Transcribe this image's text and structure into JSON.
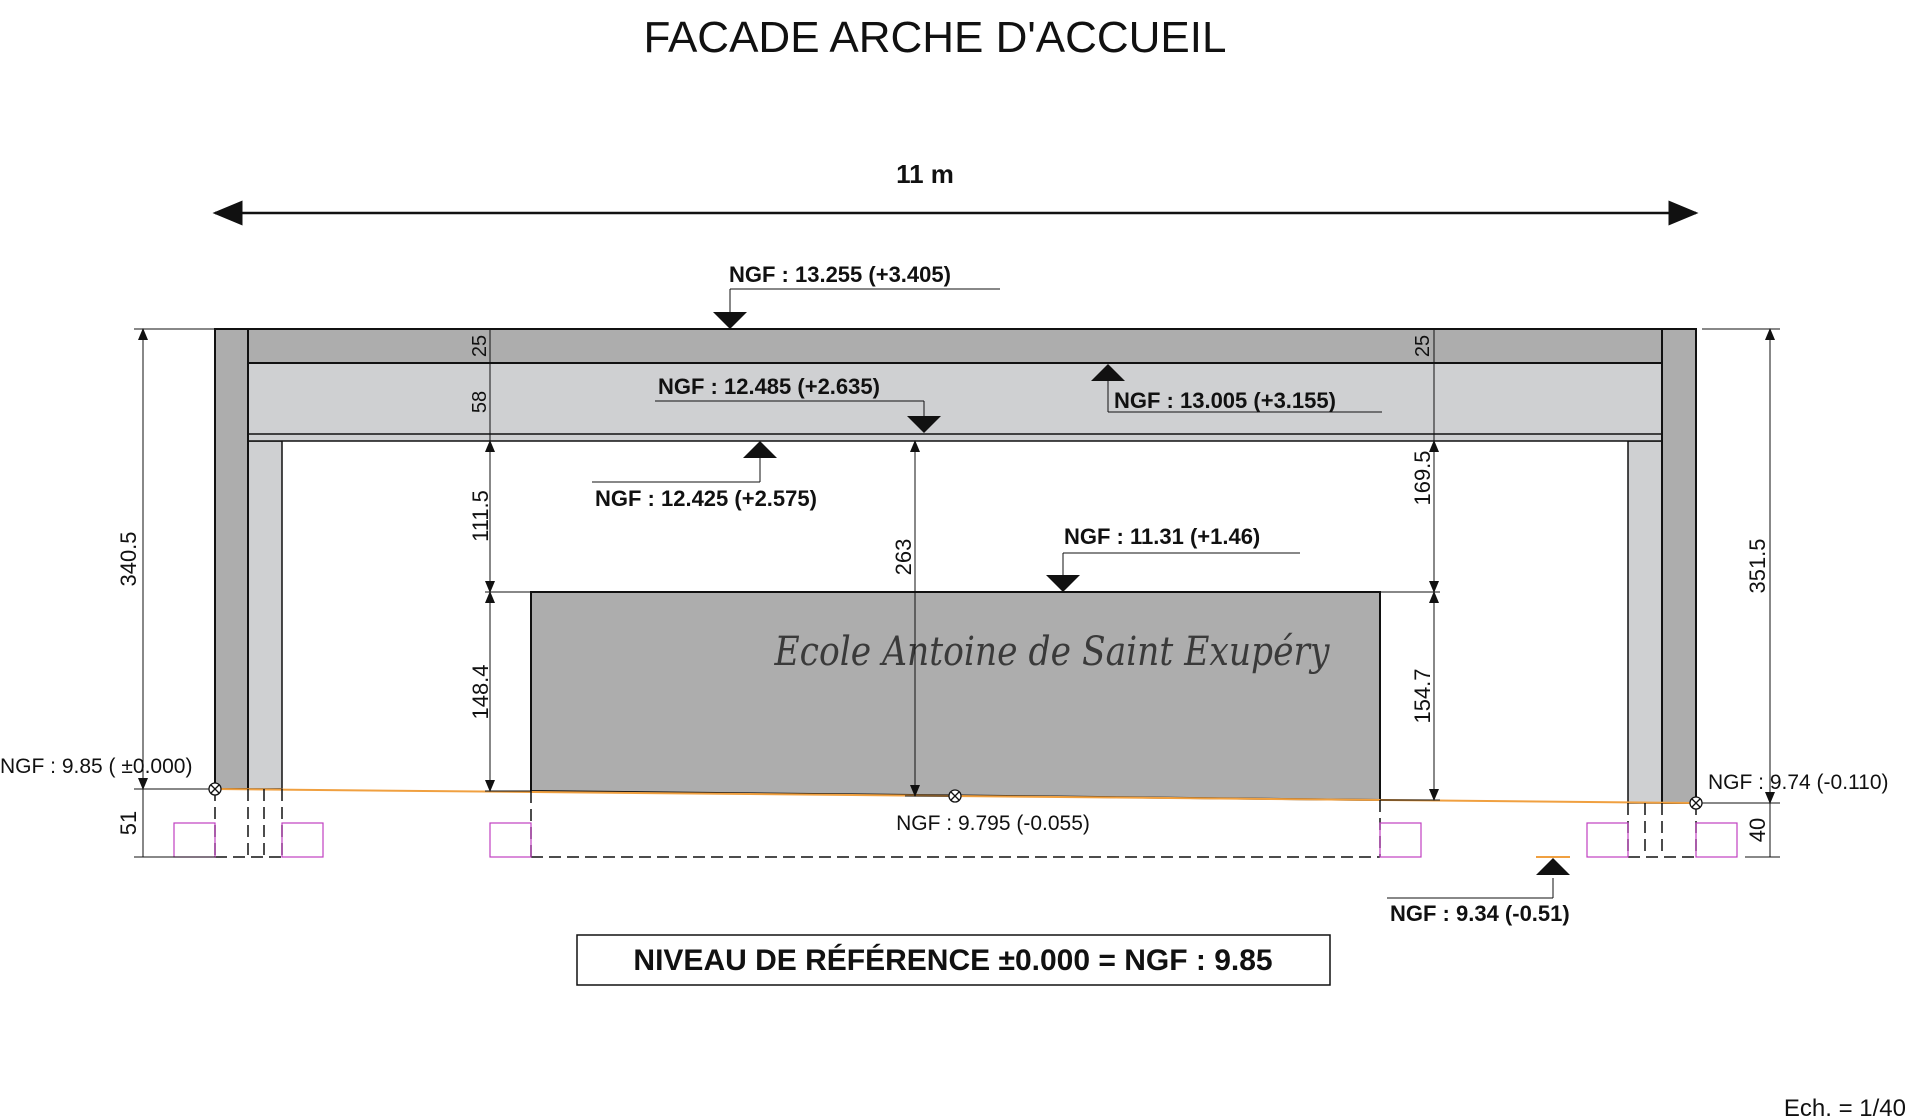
{
  "title": "FACADE ARCHE D'ACCUEIL",
  "overall_width": "11 m",
  "scale": "Ech. = 1/40",
  "sign_text": "Ecole Antoine de Saint Exupéry",
  "reference_note": "NIVEAU DE RÉFÉRENCE ±0.000 = NGF : 9.85",
  "levels": {
    "top_beam": "NGF : 13.255 (+3.405)",
    "beam_inner_top": "NGF : 13.005 (+3.155)",
    "beam_bottom_down": "NGF : 12.485 (+2.635)",
    "beam_bottom_up": "NGF : 12.425 (+2.575)",
    "panel_top": "NGF : 11.31 (+1.46)",
    "ground_left": "NGF : 9.85 ( ±0.000)",
    "ground_right": "NGF : 9.74 (-0.110)",
    "ground_mid": "NGF : 9.795 (-0.055)",
    "foundation": "NGF : 9.34 (-0.51)"
  },
  "dimensions": {
    "left_total": "340.5",
    "right_total": "351.5",
    "beam_top_left": "25",
    "beam_top_right": "25",
    "beam_band": "58",
    "gap_above_panel_left": "111.5",
    "gap_above_panel_right": "169.5",
    "panel_height_left": "148.4",
    "panel_height_right": "154.7",
    "center_height": "263",
    "footing_left": "51",
    "footing_right": "40"
  },
  "colors": {
    "dark_grey": "#adadad",
    "light_grey": "#cfd0d2",
    "ground_line": "#f0a040",
    "footing": "#c040c0"
  }
}
